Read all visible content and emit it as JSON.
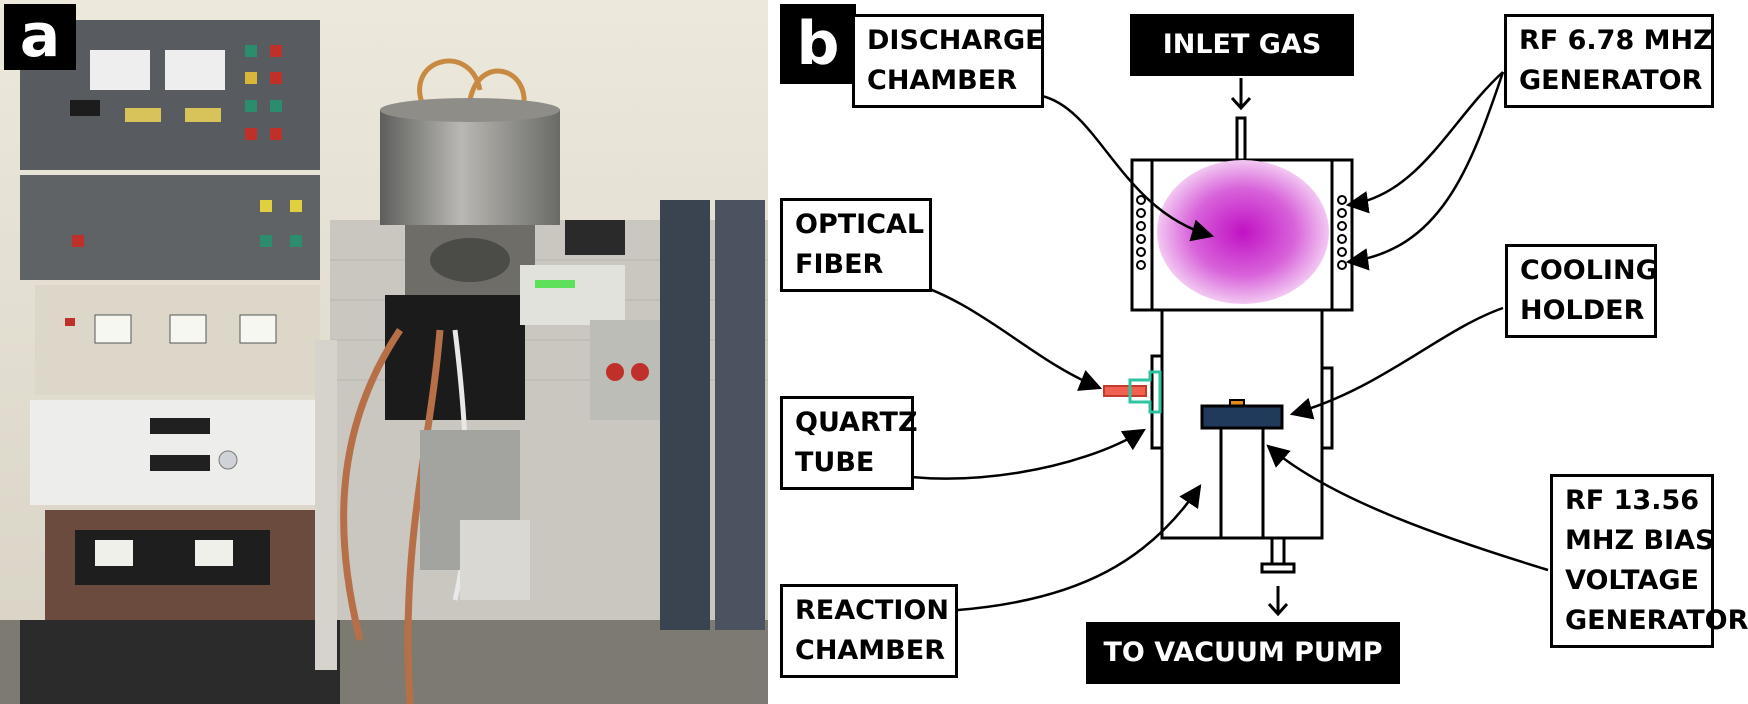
{
  "panels": {
    "a": "a",
    "b": "b"
  },
  "diagram": {
    "discharge_chamber": [
      "DISCHARGE",
      "CHAMBER"
    ],
    "inlet_gas": "INLET GAS",
    "rf_678": [
      "RF 6.78 MHZ",
      "GENERATOR"
    ],
    "optical_fiber": [
      "OPTICAL",
      "FIBER"
    ],
    "cooling_holder": [
      "COOLING",
      "HOLDER"
    ],
    "quartz_tube": [
      "QUARTZ",
      "TUBE"
    ],
    "rf_1356": [
      "RF 13.56",
      "MHZ BIAS",
      "VOLTAGE",
      "GENERATOR"
    ],
    "reaction_chamber": [
      "REACTION",
      "CHAMBER"
    ],
    "vacuum_pump": "TO VACUUM PUMP"
  },
  "colors": {
    "plasma": "#d43fd0",
    "fiber": "#f06050",
    "quartz": "#2ec4a0"
  }
}
